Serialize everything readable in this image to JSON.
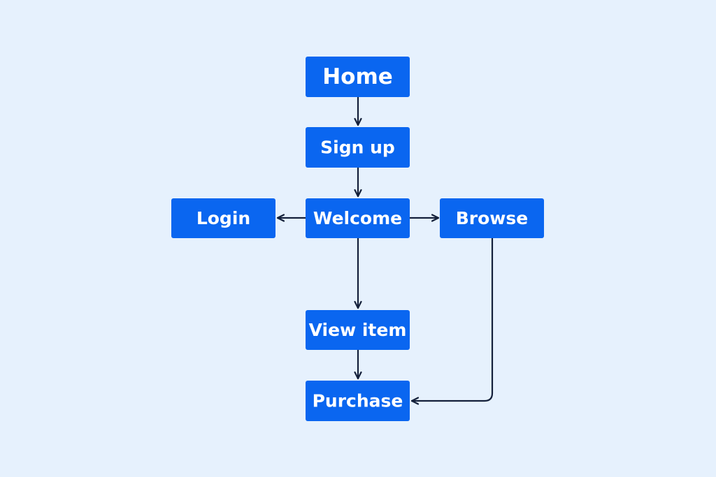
{
  "colors": {
    "background": "#e6f1fd",
    "node_fill": "#0a66f0",
    "node_text": "#ffffff",
    "connector": "#14203a"
  },
  "nodes": {
    "home": "Home",
    "signup": "Sign up",
    "welcome": "Welcome",
    "login": "Login",
    "browse": "Browse",
    "view_item": "View item",
    "purchase": "Purchase"
  },
  "edges": [
    {
      "from": "home",
      "to": "signup"
    },
    {
      "from": "signup",
      "to": "welcome"
    },
    {
      "from": "welcome",
      "to": "login"
    },
    {
      "from": "welcome",
      "to": "browse"
    },
    {
      "from": "welcome",
      "to": "view_item"
    },
    {
      "from": "view_item",
      "to": "purchase"
    },
    {
      "from": "browse",
      "to": "purchase"
    }
  ]
}
